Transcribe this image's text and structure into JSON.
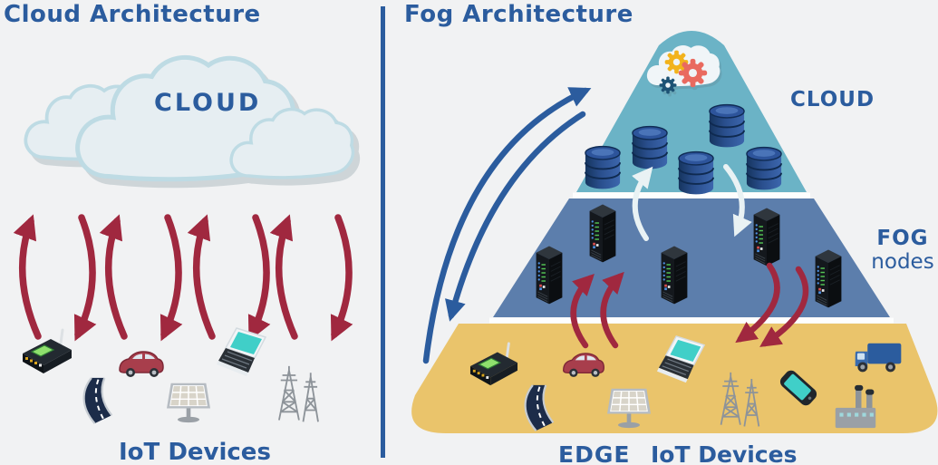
{
  "left_panel": {
    "title": "Cloud Architecture",
    "cloud_label": "CLOUD",
    "devices_label": "IoT Devices",
    "device_icons": [
      "router",
      "highway",
      "car",
      "solar-panel",
      "laptop",
      "radio-towers"
    ]
  },
  "right_panel": {
    "title": "Fog Architecture",
    "cloud_layer": {
      "label": "CLOUD",
      "icon": "cloud-with-gears",
      "database_icon_count": 5
    },
    "fog_layer": {
      "label_line1": "FOG",
      "label_line2": "nodes",
      "server_icon_count": 5
    },
    "edge_layer": {
      "edge_label": "EDGE",
      "devices_label": "IoT Devices",
      "device_icons": [
        "router",
        "car",
        "highway",
        "solar-panel",
        "laptop",
        "radio-towers",
        "smartphone",
        "factory",
        "truck"
      ]
    }
  },
  "colors": {
    "background": "#f1f2f3",
    "heading_blue": "#2b5c9e",
    "divider_blue": "#2b5c9e",
    "arrow_red": "#a0283f",
    "arrow_blue": "#2b5c9e",
    "arrow_white": "#e9f2f4",
    "cloud_layer_teal": "#6bb3c6",
    "fog_layer_blue": "#5c7eac",
    "edge_layer_yellow": "#eac46b",
    "left_cloud_fill": "#e6eef2",
    "gear_yellow": "#f2b31c",
    "gear_red": "#e96a5f",
    "gear_dark_blue": "#1d5274"
  }
}
